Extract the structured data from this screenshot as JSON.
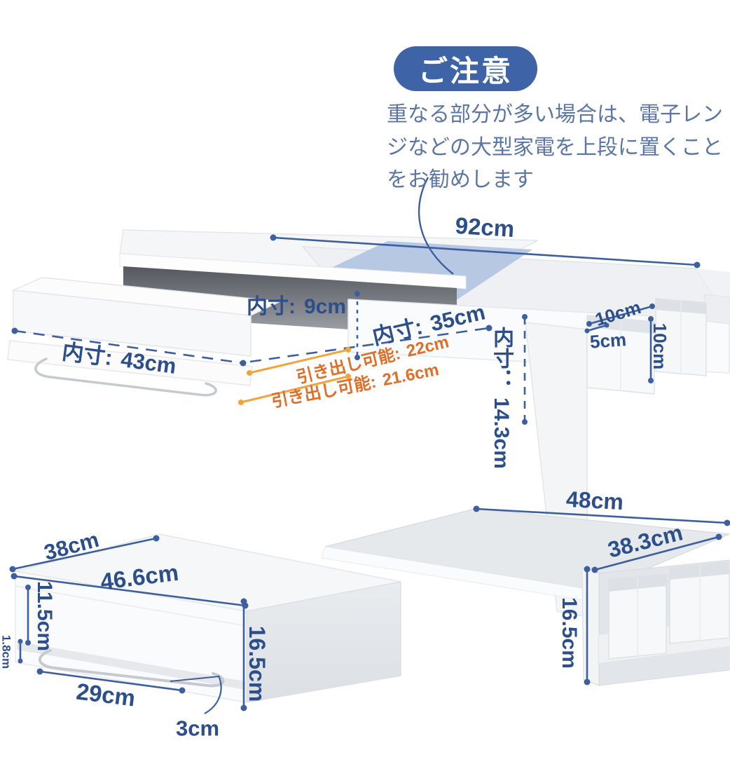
{
  "notice": {
    "badge": "ご注意",
    "body": "重なる部分が多い場合は、電子レンジなどの大型家電を上段に置くことをお勧めします"
  },
  "top_diagram": {
    "width": "92cm",
    "inner_height": {
      "prefix": "内寸:",
      "value": "9cm"
    },
    "inner_depth": {
      "prefix": "内寸:",
      "value": "35cm"
    },
    "inner_width": {
      "prefix": "内寸:",
      "value": "43cm"
    },
    "pullout_a": {
      "prefix": "引き出し可能:",
      "value": "22cm"
    },
    "pullout_b": {
      "prefix": "引き出し可能:",
      "value": "21.6cm"
    },
    "side_inner_height": {
      "prefix": "内寸：",
      "value": "14.3cm"
    },
    "holder_width": "10cm",
    "holder_depth": "5cm",
    "holder_height": "10cm"
  },
  "left_diagram": {
    "depth": "38cm",
    "top_width": "46.6cm",
    "drawer_height": "11.5cm",
    "tray_gap": "1.8cm",
    "handle_width": "29cm",
    "handle_clearance": "3cm",
    "height": "16.5cm"
  },
  "right_diagram": {
    "width": "48cm",
    "depth": "38.3cm",
    "height": "16.5cm"
  },
  "colors": {
    "dimension_blue": "#2c4f8c",
    "line_blue": "#3d5f9e",
    "notice_blue": "#5b76a4",
    "badge_blue": "#3e63a6",
    "orange": "#e06e28",
    "orange_line": "#f3a33c",
    "overlap_band": "#b0c3e1"
  }
}
